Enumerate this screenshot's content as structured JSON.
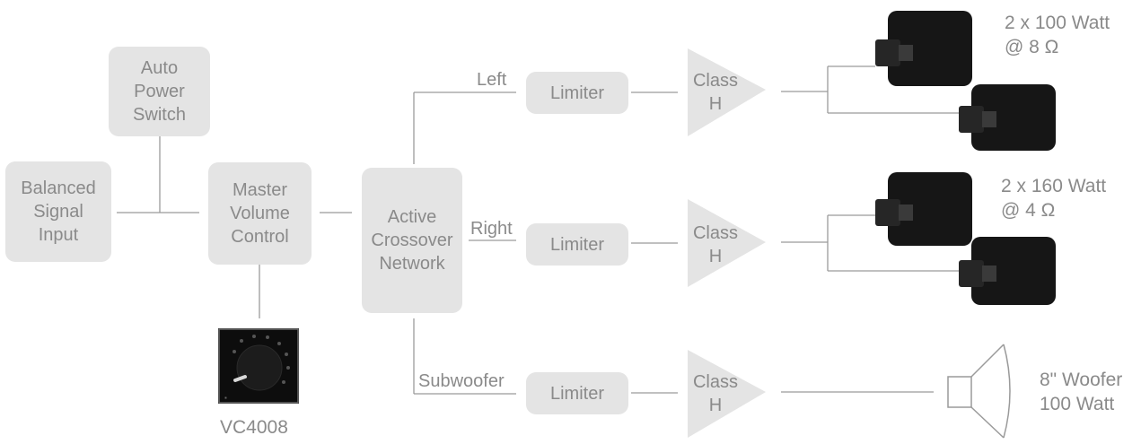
{
  "nodes": {
    "balanced_input": "Balanced\nSignal\nInput",
    "auto_power": "Auto\nPower\nSwitch",
    "master_volume": "Master\nVolume\nControl",
    "crossover": "Active\nCrossover\nNetwork",
    "limiter_left": "Limiter",
    "limiter_right": "Limiter",
    "limiter_sub": "Limiter",
    "amp_left": "Class\nH",
    "amp_right": "Class\nH",
    "amp_sub": "Class\nH"
  },
  "branch_labels": {
    "left": "Left",
    "right": "Right",
    "subwoofer": "Subwoofer"
  },
  "outputs": {
    "left_spec": "2 x 100 Watt\n@ 8 Ω",
    "right_spec": "2 x 160 Watt\n@ 4 Ω",
    "woofer_spec": "8\" Woofer\n100 Watt"
  },
  "vc_label": "VC4008",
  "colors": {
    "box_fill": "#e4e4e4",
    "text": "#8a8a8a",
    "line": "#9a9a9a",
    "speaker": "#141414"
  }
}
